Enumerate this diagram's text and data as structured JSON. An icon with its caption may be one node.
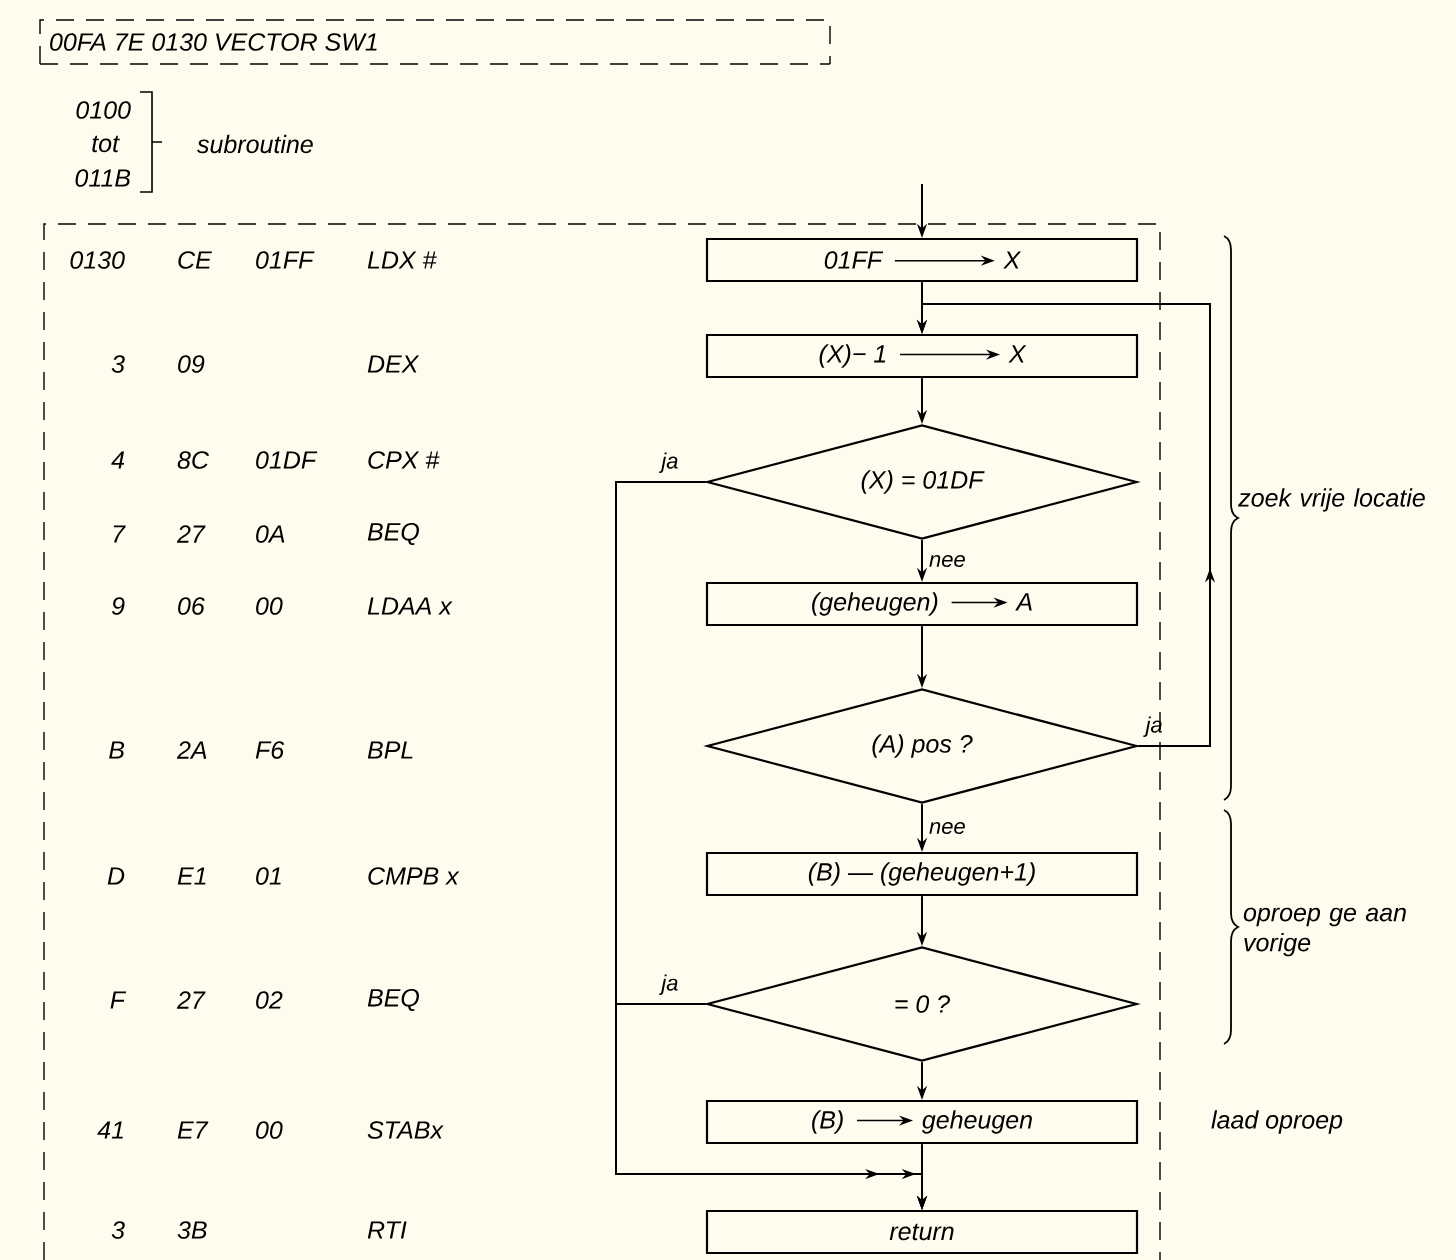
{
  "diagram": {
    "nodes": [
      {
        "text": [
          "01FF",
          "X"
        ]
      },
      {
        "text": [
          "(X)− 1",
          "X"
        ]
      },
      {
        "text": [
          "(X) = 01DF"
        ]
      },
      {
        "text": [
          "(geheugen)",
          "A"
        ]
      },
      {
        "text": [
          "(A) pos ?"
        ]
      },
      {
        "text": [
          "(B) — (geheugen+1)"
        ]
      },
      {
        "text": [
          "= 0 ?"
        ]
      },
      {
        "text": [
          "(B)",
          "geheugen"
        ]
      },
      {
        "text": [
          "return"
        ]
      }
    ],
    "edges": [
      {
        "from": null,
        "to": 0,
        "arrow": "to"
      },
      {
        "from": 0,
        "to": 1,
        "arrow": "to"
      },
      {
        "from": 1,
        "to": 2,
        "arrow": "to"
      },
      {
        "from": 2,
        "to": 3,
        "arrow": "to",
        "label": "nee"
      },
      {
        "from": 3,
        "to": 4,
        "arrow": "to"
      },
      {
        "from": 4,
        "to": 5,
        "arrow": "to",
        "label": "nee"
      },
      {
        "from": 5,
        "to": 6,
        "arrow": "to"
      },
      {
        "from": 6,
        "to": 7,
        "arrow": "to"
      },
      {
        "from": 7,
        "to": 8,
        "arrow": "to"
      },
      {
        "from": 4,
        "to": 1,
        "arrow": "to",
        "label": "ja"
      },
      {
        "from": 2,
        "to": 8,
        "arrow": "to",
        "label": "ja"
      },
      {
        "from": 6,
        "to": 8,
        "arrow": "to",
        "label": "ja"
      }
    ],
    "labels": [
      "00FA 7E 0130 VECTOR SW1",
      "0100",
      "tot",
      "011B",
      "subroutine",
      "0130",
      "CE",
      "01FF",
      "LDX #",
      "3",
      "09",
      "DEX",
      "4",
      "8C",
      "01DF",
      "CPX #",
      "7",
      "27",
      "0A",
      "BEQ",
      "9",
      "06",
      "00",
      "LDAA x",
      "B",
      "2A",
      "F6",
      "BPL",
      "D",
      "E1",
      "01",
      "CMPB x",
      "F",
      "27",
      "02",
      "BEQ",
      "41",
      "E7",
      "00",
      "STABx",
      "3",
      "3B",
      "RTI",
      "zoek vrije locatie",
      "oproep ge aan vorige",
      "laad oproep"
    ]
  }
}
